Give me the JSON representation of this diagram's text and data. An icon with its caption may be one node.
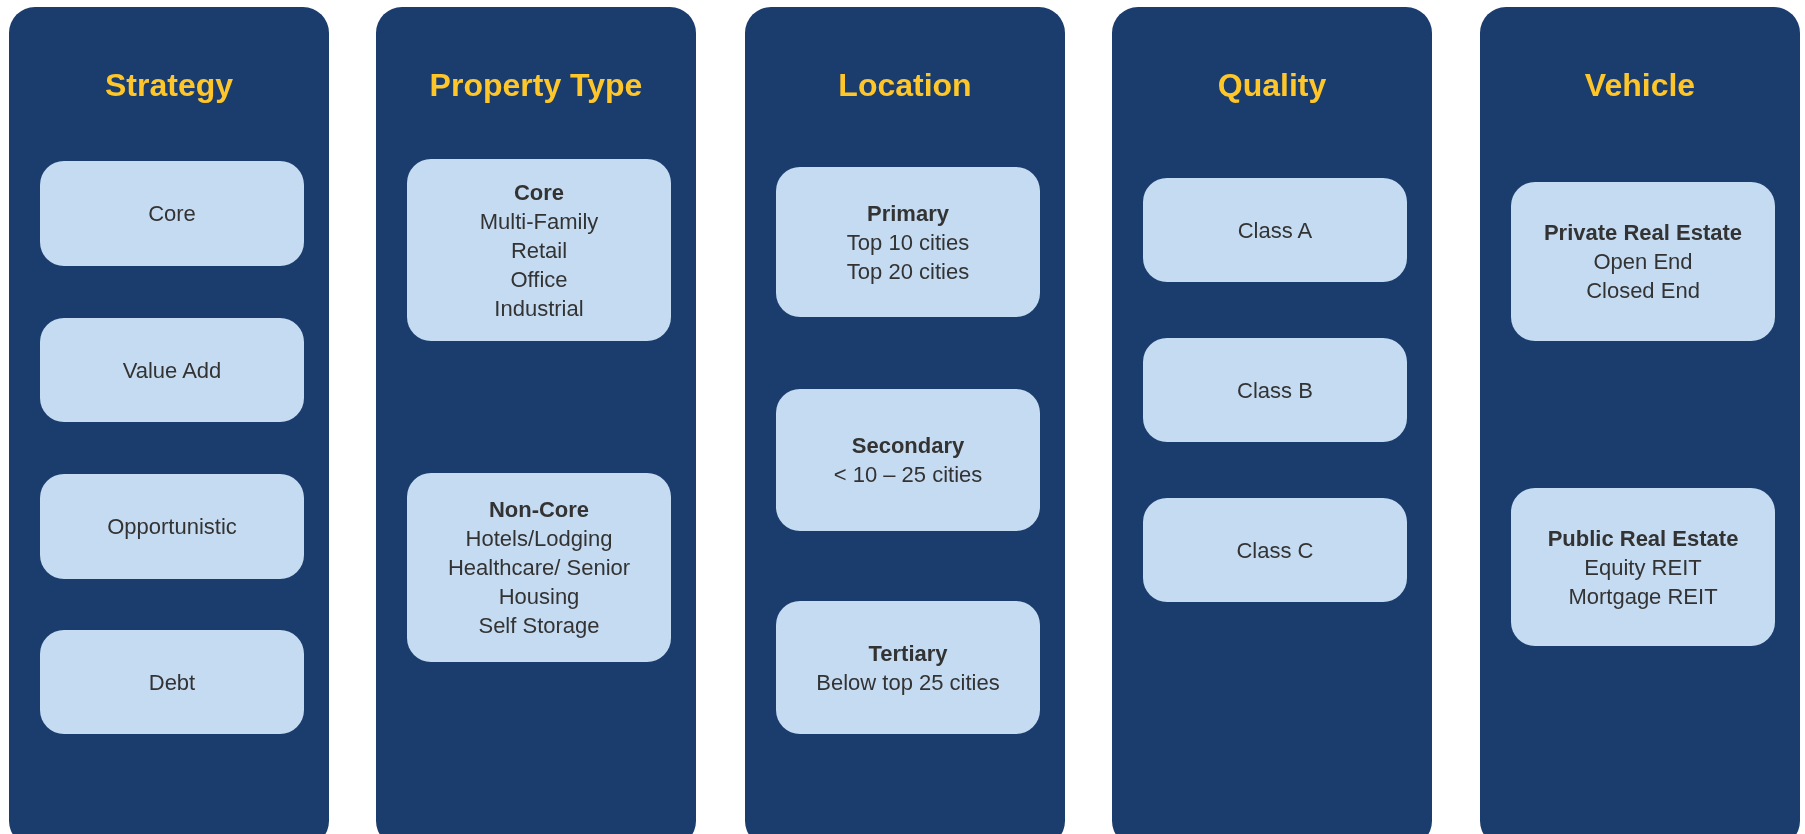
{
  "diagram": {
    "nodes": [
      {
        "text": [
          "Strategy"
        ]
      },
      {
        "text": [
          "Core"
        ],
        "in": 0
      },
      {
        "text": [
          "Value Add"
        ],
        "in": 0
      },
      {
        "text": [
          "Opportunistic"
        ],
        "in": 0
      },
      {
        "text": [
          "Debt"
        ],
        "in": 0
      },
      {
        "text": [
          "Property Type"
        ]
      },
      {
        "text": [
          "Core",
          "Multi-Family",
          "Retail",
          "Office",
          "Industrial"
        ],
        "in": 5
      },
      {
        "text": [
          "Non-Core",
          "Hotels/Lodging",
          "Healthcare/ Senior Housing",
          "Self Storage"
        ],
        "in": 5
      },
      {
        "text": [
          "Location"
        ]
      },
      {
        "text": [
          "Primary",
          "Top 10 cities",
          "Top 20 cities"
        ],
        "in": 8
      },
      {
        "text": [
          "Secondary",
          "< 10 – 25 cities"
        ],
        "in": 8
      },
      {
        "text": [
          "Tertiary",
          "Below top 25 cities"
        ],
        "in": 8
      },
      {
        "text": [
          "Quality"
        ]
      },
      {
        "text": [
          "Class A"
        ],
        "in": 12
      },
      {
        "text": [
          "Class B"
        ],
        "in": 12
      },
      {
        "text": [
          "Class C"
        ],
        "in": 12
      },
      {
        "text": [
          "Vehicle"
        ]
      },
      {
        "text": [
          "Private Real Estate",
          "Open End",
          "Closed End"
        ],
        "in": 16
      },
      {
        "text": [
          "Public Real Estate",
          "Equity REIT",
          "Mortgage REIT"
        ],
        "in": 16
      }
    ],
    "edges": []
  }
}
